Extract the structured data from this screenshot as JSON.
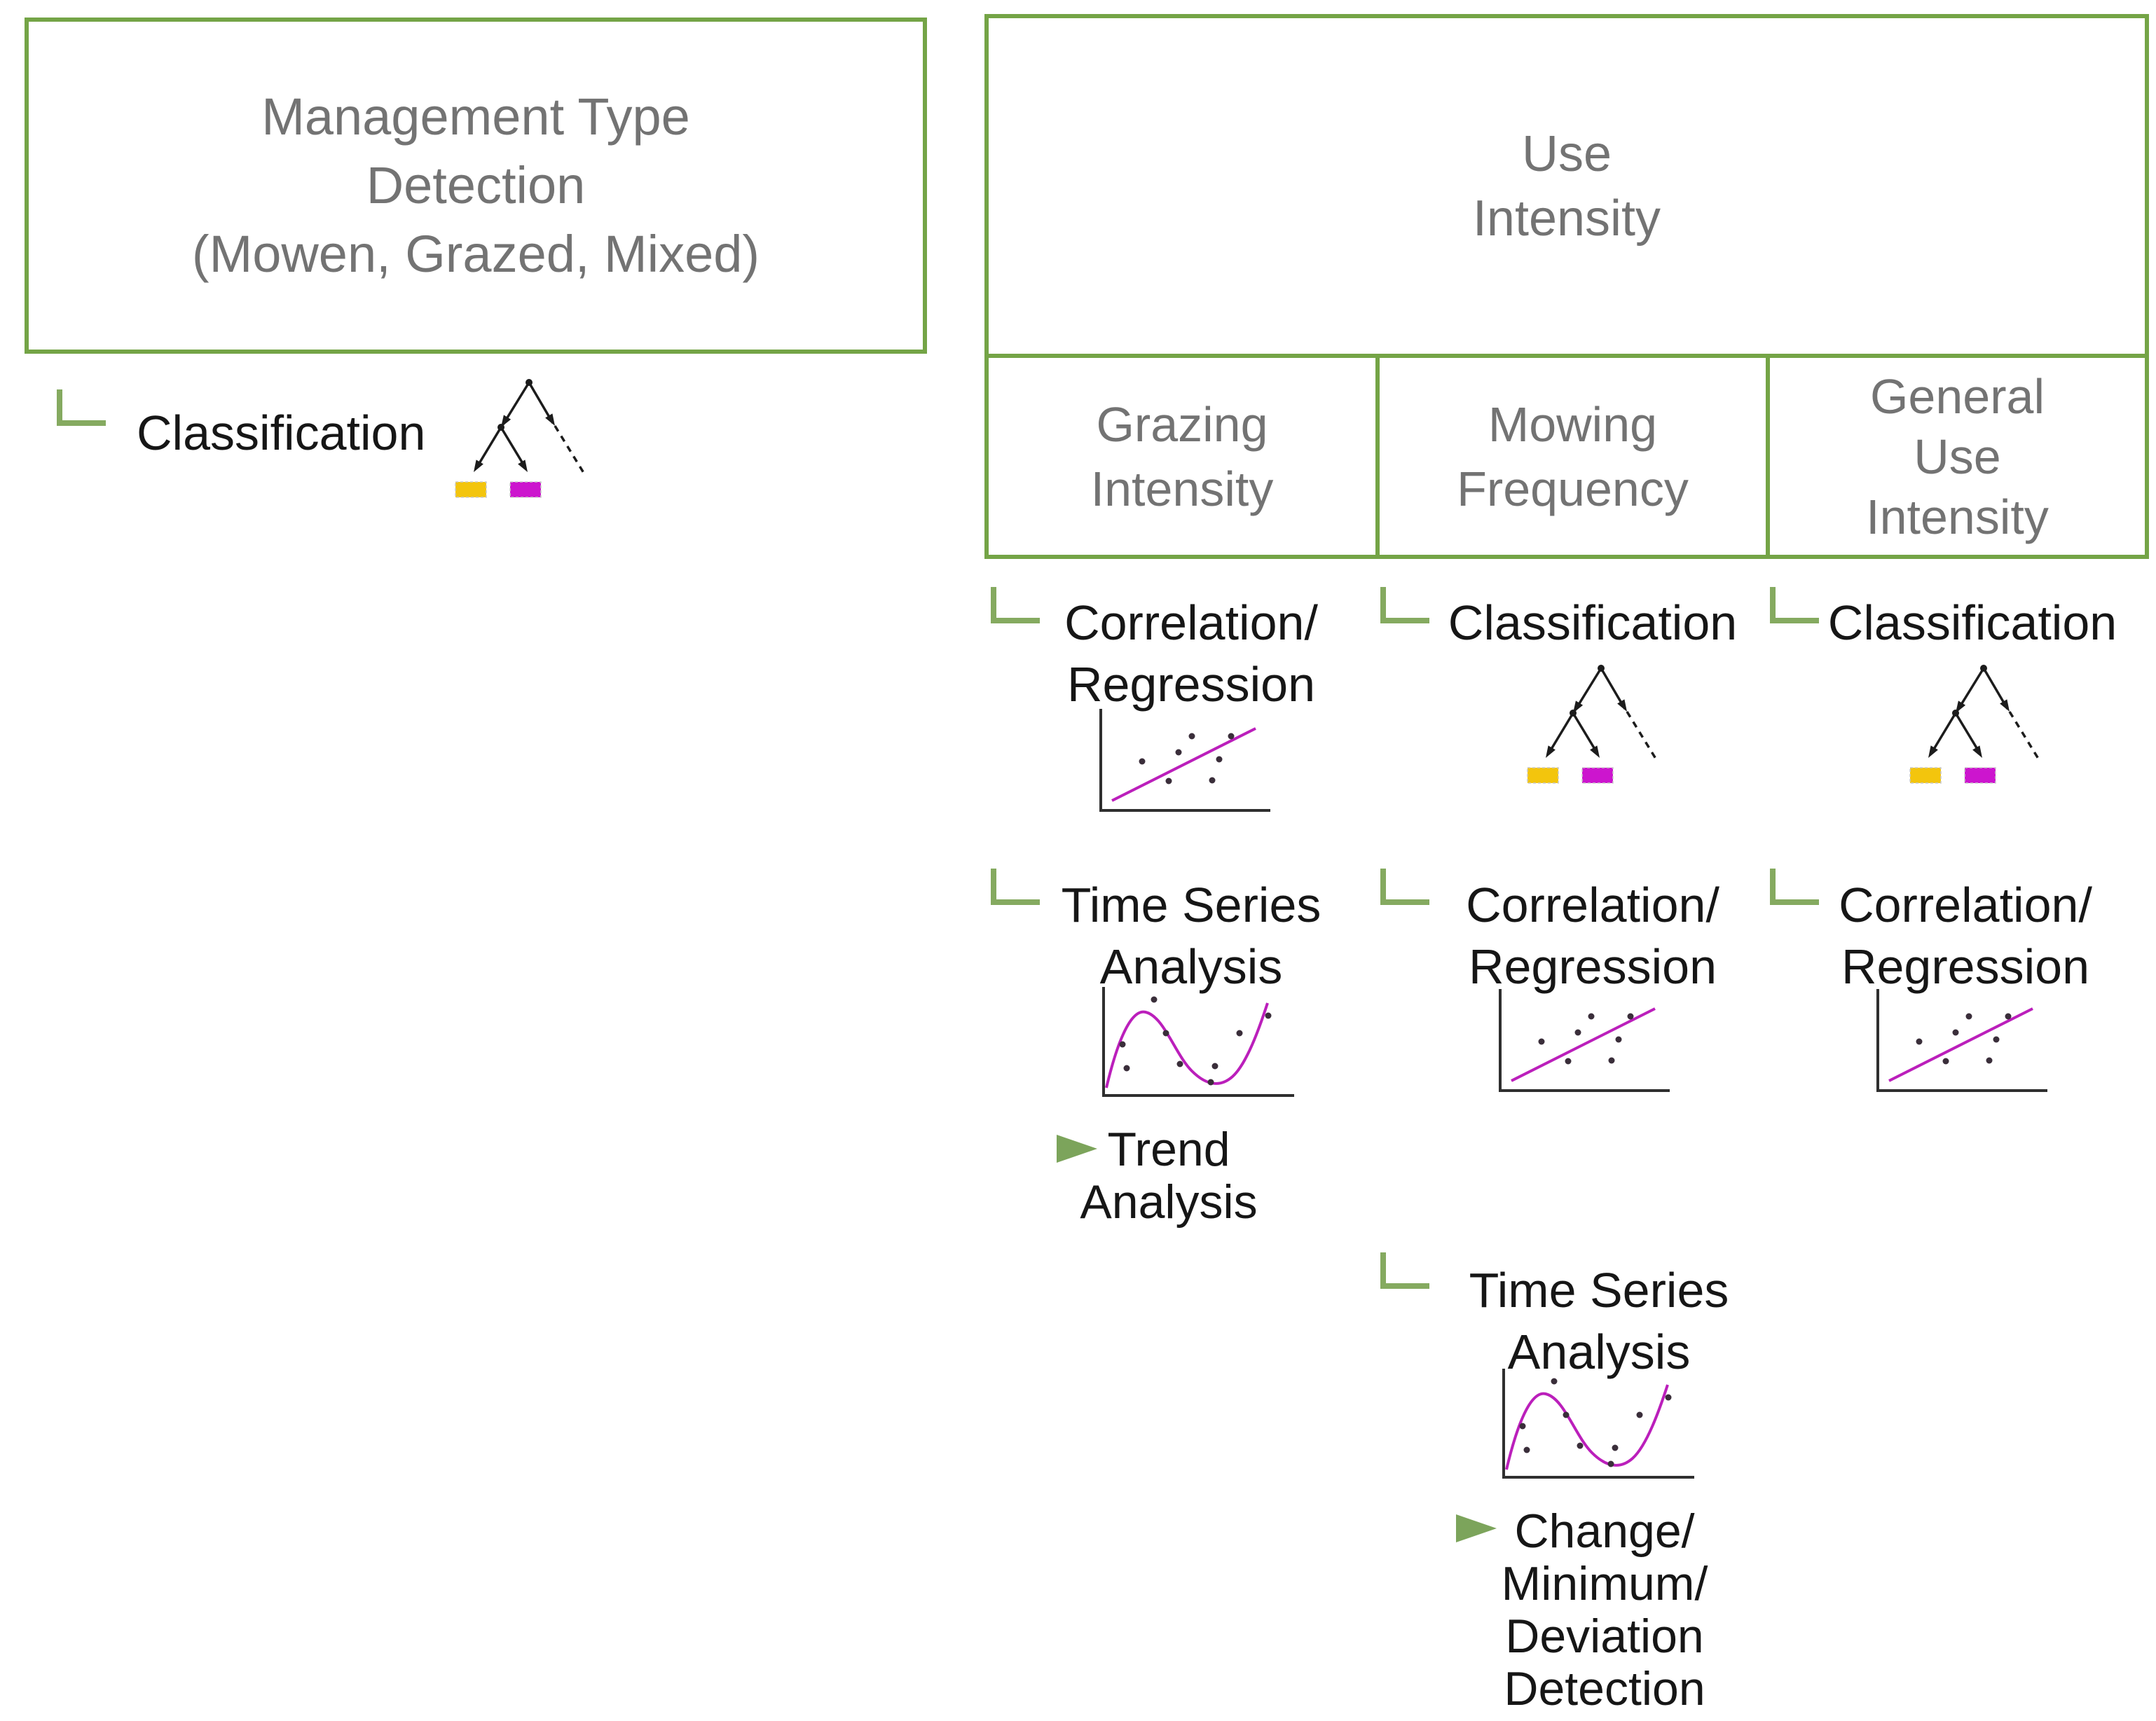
{
  "palette": {
    "box_border_green": "#74A446",
    "connector_green": "#85AA60",
    "arrow_green": "#7CA45B",
    "heading_gray": "#737373",
    "label_black": "#161616",
    "tree_leaf_yellow": "#F3C50D",
    "tree_leaf_magenta": "#CC15CE",
    "plot_magenta": "#BB1FBB"
  },
  "left_panel": {
    "title_lines": [
      "Management Type",
      "Detection",
      "(Mowen, Grazed, Mixed)"
    ],
    "item": {
      "label": "Classification",
      "icon": "decision-tree-icon"
    }
  },
  "right_panel": {
    "title_lines": [
      "Use",
      "Intensity"
    ],
    "columns": [
      {
        "header_lines": [
          "Grazing",
          "Intensity"
        ],
        "items": [
          {
            "label_lines": [
              "Correlation/",
              "Regression"
            ],
            "icon": "scatter-regression-icon"
          },
          {
            "label_lines": [
              "Time Series",
              "Analysis"
            ],
            "icon": "time-series-icon",
            "note_lines": [
              "Trend",
              "Analysis"
            ]
          }
        ]
      },
      {
        "header_lines": [
          "Mowing",
          "Frequency"
        ],
        "items": [
          {
            "label_lines": [
              "Classification"
            ],
            "icon": "decision-tree-icon"
          },
          {
            "label_lines": [
              "Correlation/",
              "Regression"
            ],
            "icon": "scatter-regression-icon"
          },
          {
            "label_lines": [
              "Time Series",
              "Analysis"
            ],
            "icon": "time-series-icon",
            "note_lines": [
              "Change/",
              "Minimum/",
              "Deviation",
              "Detection"
            ]
          }
        ]
      },
      {
        "header_lines": [
          "General",
          "Use",
          "Intensity"
        ],
        "items": [
          {
            "label_lines": [
              "Classification"
            ],
            "icon": "decision-tree-icon"
          },
          {
            "label_lines": [
              "Correlation/",
              "Regression"
            ],
            "icon": "scatter-regression-icon"
          }
        ]
      }
    ]
  }
}
